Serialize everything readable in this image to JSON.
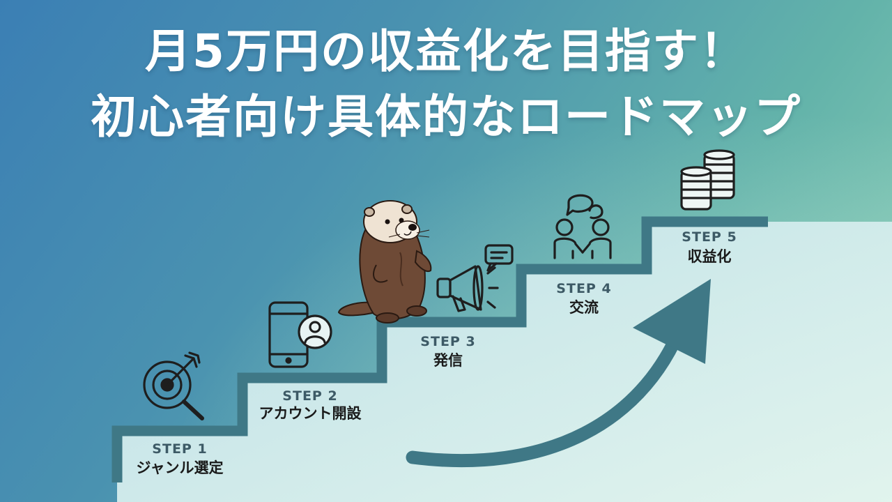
{
  "title": {
    "line1": "月5万円の収益化を目指す！",
    "line2": "初心者向け具体的なロードマップ"
  },
  "steps": [
    {
      "label": "STEP 1",
      "name": "ジャンル選定",
      "icon": "target-magnifier-icon"
    },
    {
      "label": "STEP 2",
      "name": "アカウント開設",
      "icon": "smartphone-profile-icon"
    },
    {
      "label": "STEP 3",
      "name": "発信",
      "icon": "megaphone-chat-icon"
    },
    {
      "label": "STEP 4",
      "name": "交流",
      "icon": "people-handshake-icon"
    },
    {
      "label": "STEP 5",
      "name": "収益化",
      "icon": "coin-stacks-icon"
    }
  ],
  "mascot": "sea-otter",
  "colors": {
    "background_start": "#3b7fb4",
    "background_end": "#8fd0b8",
    "stair_outline": "#3f7886",
    "stair_fill": "#d2ecec",
    "arrow": "#3f7886",
    "title_text": "#ffffff",
    "step_label": "#3d5a66",
    "step_name": "#1a1a1a",
    "otter_body": "#6e4a36",
    "otter_face": "#efe3d3"
  }
}
